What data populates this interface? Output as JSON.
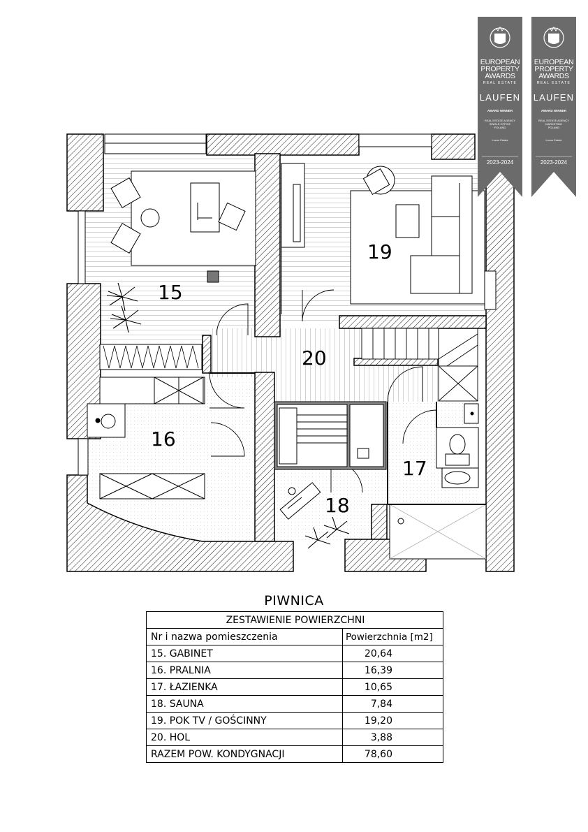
{
  "rooms": {
    "r15": "15",
    "r16": "16",
    "r17": "17",
    "r18": "18",
    "r19": "19",
    "r20": "20"
  },
  "badges": [
    {
      "title_1": "EUROPEAN",
      "title_2": "PROPERTY",
      "title_3": "AWARDS",
      "subtitle": "REAL ESTATE",
      "brand": "LAUFEN",
      "winner": "AWARD WINNER",
      "description": "REAL ESTATE AGENCY\nSINGLE OFFICE\nPOLAND",
      "company": "Locus Estate",
      "years": "2023-2024"
    },
    {
      "title_1": "EUROPEAN",
      "title_2": "PROPERTY",
      "title_3": "AWARDS",
      "subtitle": "REAL ESTATE",
      "brand": "LAUFEN",
      "winner": "AWARD WINNER",
      "description": "REAL ESTATE AGENCY\nMARKETING\nPOLAND",
      "company": "Locus Estate",
      "years": "2023-2024"
    }
  ],
  "colors": {
    "badge": "#6b6b6b",
    "wall_hatch": "#000000",
    "floor_lines": "#bdbdbd"
  },
  "section_title": "PIWNICA",
  "table": {
    "caption": "ZESTAWIENIE POWIERZCHNI",
    "col_name": "Nr i nazwa pomieszczenia",
    "col_area": "Powierzchnia [m2]",
    "rows": [
      {
        "name": "15. GABINET",
        "area": "20,64"
      },
      {
        "name": "16. PRALNIA",
        "area": "16,39"
      },
      {
        "name": "17. ŁAZIENKA",
        "area": "10,65"
      },
      {
        "name": "18. SAUNA",
        "area": "7,84"
      },
      {
        "name": "19. POK TV / GOŚCINNY",
        "area": "19,20"
      },
      {
        "name": "20. HOL",
        "area": "3,88"
      }
    ],
    "total_name": "RAZEM POW. KONDYGNACJI",
    "total_area": "78,60"
  }
}
